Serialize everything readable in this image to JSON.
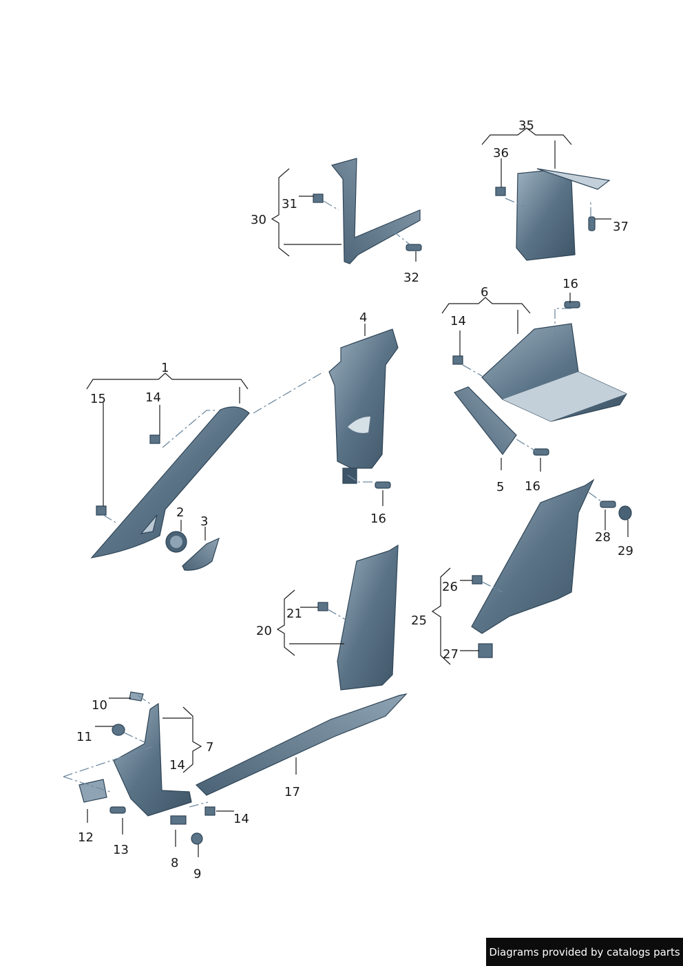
{
  "callouts": [
    {
      "id": "c1",
      "text": "1"
    },
    {
      "id": "c2",
      "text": "2"
    },
    {
      "id": "c3",
      "text": "3"
    },
    {
      "id": "c4",
      "text": "4"
    },
    {
      "id": "c5",
      "text": "5"
    },
    {
      "id": "c6",
      "text": "6"
    },
    {
      "id": "c7",
      "text": "7"
    },
    {
      "id": "c8",
      "text": "8"
    },
    {
      "id": "c9",
      "text": "9"
    },
    {
      "id": "c10",
      "text": "10"
    },
    {
      "id": "c11",
      "text": "11"
    },
    {
      "id": "c12",
      "text": "12"
    },
    {
      "id": "c13",
      "text": "13"
    },
    {
      "id": "c14a",
      "text": "14"
    },
    {
      "id": "c14b",
      "text": "14"
    },
    {
      "id": "c14c",
      "text": "14"
    },
    {
      "id": "c14d",
      "text": "14"
    },
    {
      "id": "c15",
      "text": "15"
    },
    {
      "id": "c16a",
      "text": "16"
    },
    {
      "id": "c16b",
      "text": "16"
    },
    {
      "id": "c16c",
      "text": "16"
    },
    {
      "id": "c17",
      "text": "17"
    },
    {
      "id": "c20",
      "text": "20"
    },
    {
      "id": "c21",
      "text": "21"
    },
    {
      "id": "c25",
      "text": "25"
    },
    {
      "id": "c26",
      "text": "26"
    },
    {
      "id": "c27",
      "text": "27"
    },
    {
      "id": "c28",
      "text": "28"
    },
    {
      "id": "c29",
      "text": "29"
    },
    {
      "id": "c30",
      "text": "30"
    },
    {
      "id": "c31",
      "text": "31"
    },
    {
      "id": "c32",
      "text": "32"
    },
    {
      "id": "c35",
      "text": "35"
    },
    {
      "id": "c36",
      "text": "36"
    },
    {
      "id": "c37",
      "text": "37"
    }
  ],
  "credit": "Diagrams provided by catalogs parts",
  "colors": {
    "part_fill": "#5a7386",
    "part_light": "#8ea3b3",
    "part_dark": "#3e5567",
    "line": "#1a1a1a",
    "leader_dash": "#6f8aa0"
  }
}
